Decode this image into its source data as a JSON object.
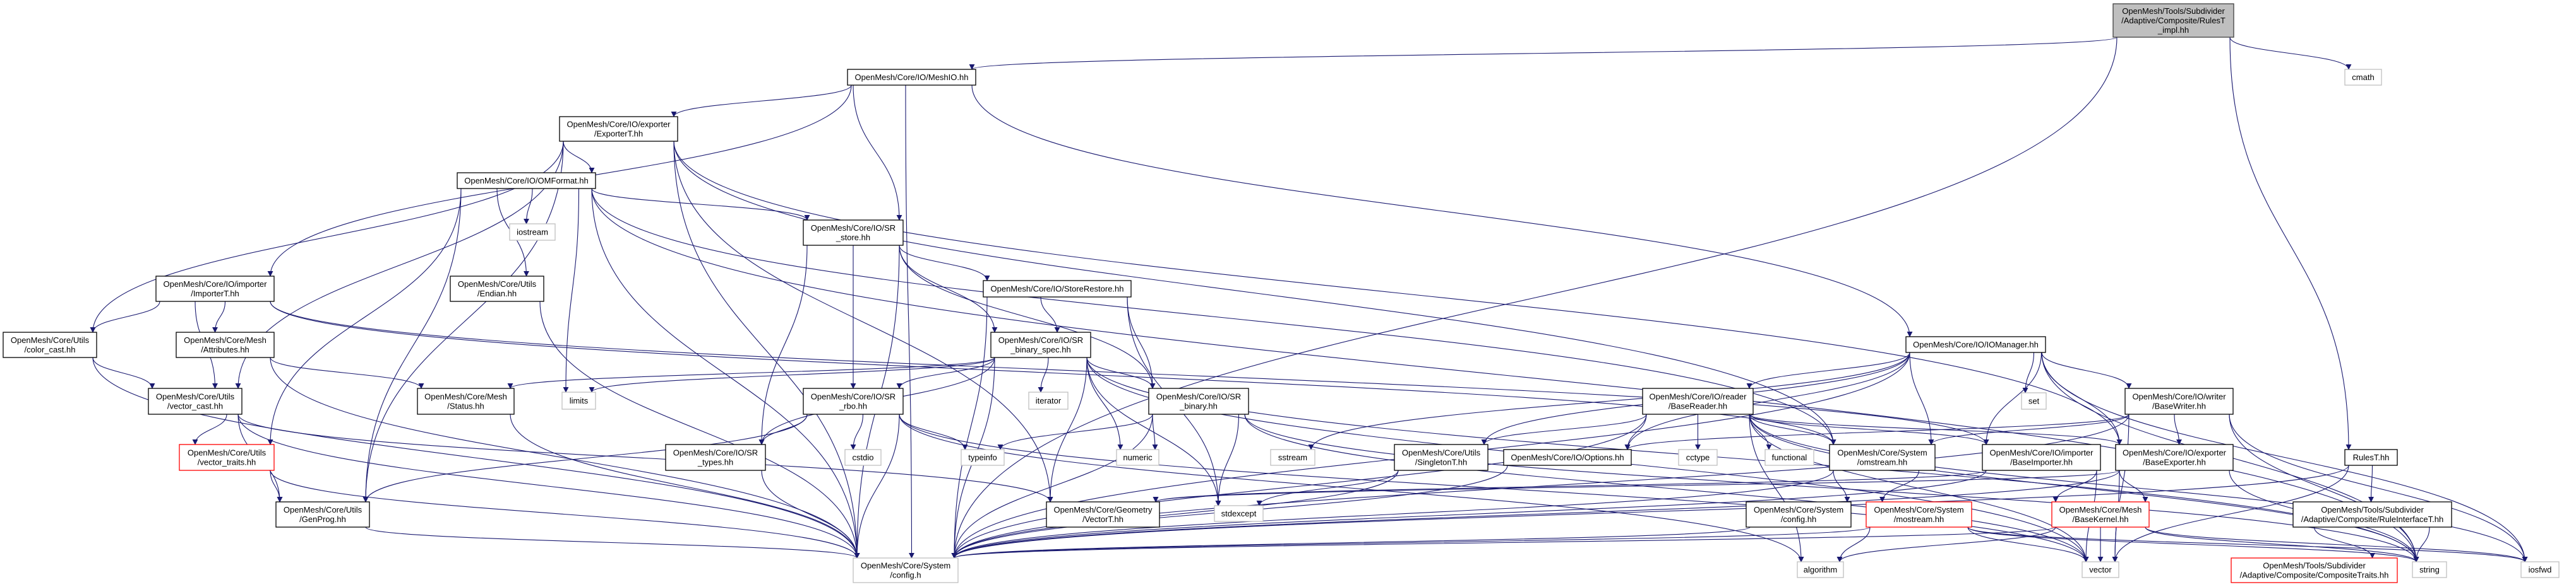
{
  "graph": {
    "edge_color": "#191970",
    "node_styles": {
      "root": {
        "fill": "#bfbfbf",
        "stroke": "#404040"
      },
      "documented": {
        "fill": "#ffffff",
        "stroke": "#000000"
      },
      "external": {
        "fill": "#ffffff",
        "stroke": "#bfbfbf"
      },
      "truncated": {
        "fill": "#ffffff",
        "stroke": "#ff0000"
      }
    },
    "nodes": [
      {
        "id": "root",
        "kind": "root",
        "label": [
          "OpenMesh/Tools/Subdivider",
          "/Adaptive/Composite/RulesT",
          "_impl.hh"
        ]
      },
      {
        "id": "cmath",
        "kind": "external",
        "label": [
          "cmath"
        ]
      },
      {
        "id": "meshio",
        "kind": "documented",
        "label": [
          "OpenMesh/Core/IO/MeshIO.hh"
        ]
      },
      {
        "id": "exporterT",
        "kind": "documented",
        "label": [
          "OpenMesh/Core/IO/exporter",
          "/ExporterT.hh"
        ]
      },
      {
        "id": "omformat",
        "kind": "documented",
        "label": [
          "OpenMesh/Core/IO/OMFormat.hh"
        ]
      },
      {
        "id": "iostream",
        "kind": "external",
        "label": [
          "iostream"
        ]
      },
      {
        "id": "importerT",
        "kind": "documented",
        "label": [
          "OpenMesh/Core/IO/importer",
          "/ImporterT.hh"
        ]
      },
      {
        "id": "endian",
        "kind": "documented",
        "label": [
          "OpenMesh/Core/Utils",
          "/Endian.hh"
        ]
      },
      {
        "id": "colorcast",
        "kind": "documented",
        "label": [
          "OpenMesh/Core/Utils",
          "/color_cast.hh"
        ]
      },
      {
        "id": "attributes",
        "kind": "documented",
        "label": [
          "OpenMesh/Core/Mesh",
          "/Attributes.hh"
        ]
      },
      {
        "id": "srstore",
        "kind": "documented",
        "label": [
          "OpenMesh/Core/IO/SR",
          "_store.hh"
        ]
      },
      {
        "id": "storerestore",
        "kind": "documented",
        "label": [
          "OpenMesh/Core/IO/StoreRestore.hh"
        ]
      },
      {
        "id": "binspec",
        "kind": "documented",
        "label": [
          "OpenMesh/Core/IO/SR",
          "_binary_spec.hh"
        ]
      },
      {
        "id": "iomanager",
        "kind": "documented",
        "label": [
          "OpenMesh/Core/IO/IOManager.hh"
        ]
      },
      {
        "id": "vectorcast",
        "kind": "documented",
        "label": [
          "OpenMesh/Core/Utils",
          "/vector_cast.hh"
        ]
      },
      {
        "id": "status",
        "kind": "documented",
        "label": [
          "OpenMesh/Core/Mesh",
          "/Status.hh"
        ]
      },
      {
        "id": "limits",
        "kind": "external",
        "label": [
          "limits"
        ]
      },
      {
        "id": "srrbo",
        "kind": "documented",
        "label": [
          "OpenMesh/Core/IO/SR",
          "_rbo.hh"
        ]
      },
      {
        "id": "srbinary",
        "kind": "documented",
        "label": [
          "OpenMesh/Core/IO/SR",
          "_binary.hh"
        ]
      },
      {
        "id": "iterator",
        "kind": "external",
        "label": [
          "iterator"
        ]
      },
      {
        "id": "set",
        "kind": "external",
        "label": [
          "set"
        ]
      },
      {
        "id": "basereader",
        "kind": "documented",
        "label": [
          "OpenMesh/Core/IO/reader",
          "/BaseReader.hh"
        ]
      },
      {
        "id": "basewriter",
        "kind": "documented",
        "label": [
          "OpenMesh/Core/IO/writer",
          "/BaseWriter.hh"
        ]
      },
      {
        "id": "vectortraits",
        "kind": "truncated",
        "label": [
          "OpenMesh/Core/Utils",
          "/vector_traits.hh"
        ]
      },
      {
        "id": "srtypes",
        "kind": "documented",
        "label": [
          "OpenMesh/Core/IO/SR",
          "_types.hh"
        ]
      },
      {
        "id": "cstdio",
        "kind": "external",
        "label": [
          "cstdio"
        ]
      },
      {
        "id": "typeinfo",
        "kind": "external",
        "label": [
          "typeinfo"
        ]
      },
      {
        "id": "numeric",
        "kind": "external",
        "label": [
          "numeric"
        ]
      },
      {
        "id": "sstream",
        "kind": "external",
        "label": [
          "sstream"
        ]
      },
      {
        "id": "singleton",
        "kind": "documented",
        "label": [
          "OpenMesh/Core/Utils",
          "/SingletonT.hh"
        ]
      },
      {
        "id": "options",
        "kind": "documented",
        "label": [
          "OpenMesh/Core/IO/Options.hh"
        ]
      },
      {
        "id": "cctype",
        "kind": "external",
        "label": [
          "cctype"
        ]
      },
      {
        "id": "functional",
        "kind": "external",
        "label": [
          "functional"
        ]
      },
      {
        "id": "omstream",
        "kind": "documented",
        "label": [
          "OpenMesh/Core/System",
          "/omstream.hh"
        ]
      },
      {
        "id": "baseimporter",
        "kind": "documented",
        "label": [
          "OpenMesh/Core/IO/importer",
          "/BaseImporter.hh"
        ]
      },
      {
        "id": "baseexporter",
        "kind": "documented",
        "label": [
          "OpenMesh/Core/IO/exporter",
          "/BaseExporter.hh"
        ]
      },
      {
        "id": "rulesT",
        "kind": "documented",
        "label": [
          "RulesT.hh"
        ]
      },
      {
        "id": "genprog",
        "kind": "documented",
        "label": [
          "OpenMesh/Core/Utils",
          "/GenProg.hh"
        ]
      },
      {
        "id": "vectorT",
        "kind": "documented",
        "label": [
          "OpenMesh/Core/Geometry",
          "/VectorT.hh"
        ]
      },
      {
        "id": "stdexcept",
        "kind": "external",
        "label": [
          "stdexcept"
        ]
      },
      {
        "id": "sysconfighh",
        "kind": "documented",
        "label": [
          "OpenMesh/Core/System",
          "/config.hh"
        ]
      },
      {
        "id": "mostream",
        "kind": "truncated",
        "label": [
          "OpenMesh/Core/System",
          "/mostream.hh"
        ]
      },
      {
        "id": "basekernel",
        "kind": "truncated",
        "label": [
          "OpenMesh/Core/Mesh",
          "/BaseKernel.hh"
        ]
      },
      {
        "id": "ruleiface",
        "kind": "documented",
        "label": [
          "OpenMesh/Tools/Subdivider",
          "/Adaptive/Composite/RuleInterfaceT.hh"
        ]
      },
      {
        "id": "config",
        "kind": "external",
        "label": [
          "OpenMesh/Core/System",
          "/config.h"
        ]
      },
      {
        "id": "algorithm",
        "kind": "external",
        "label": [
          "algorithm"
        ]
      },
      {
        "id": "vector",
        "kind": "external",
        "label": [
          "vector"
        ]
      },
      {
        "id": "composite",
        "kind": "truncated",
        "label": [
          "OpenMesh/Tools/Subdivider",
          "/Adaptive/Composite/CompositeTraits.hh"
        ]
      },
      {
        "id": "string",
        "kind": "external",
        "label": [
          "string"
        ]
      },
      {
        "id": "iosfwd",
        "kind": "external",
        "label": [
          "iosfwd"
        ]
      }
    ],
    "edges": [
      [
        "root",
        "meshio"
      ],
      [
        "root",
        "config"
      ],
      [
        "root",
        "cmath"
      ],
      [
        "root",
        "rulesT"
      ],
      [
        "meshio",
        "exporterT"
      ],
      [
        "meshio",
        "importerT"
      ],
      [
        "meshio",
        "srstore"
      ],
      [
        "meshio",
        "config"
      ],
      [
        "meshio",
        "iomanager"
      ],
      [
        "exporterT",
        "omformat"
      ],
      [
        "exporterT",
        "colorcast"
      ],
      [
        "exporterT",
        "vectorcast"
      ],
      [
        "exporterT",
        "genprog"
      ],
      [
        "exporterT",
        "config"
      ],
      [
        "exporterT",
        "vectorT"
      ],
      [
        "exporterT",
        "baseexporter"
      ],
      [
        "exporterT",
        "omstream"
      ],
      [
        "omformat",
        "iostream"
      ],
      [
        "omformat",
        "endian"
      ],
      [
        "omformat",
        "limits"
      ],
      [
        "omformat",
        "genprog"
      ],
      [
        "omformat",
        "vectortraits"
      ],
      [
        "omformat",
        "config"
      ],
      [
        "omformat",
        "srstore"
      ],
      [
        "omformat",
        "omstream"
      ],
      [
        "omformat",
        "string"
      ],
      [
        "importerT",
        "colorcast"
      ],
      [
        "importerT",
        "attributes"
      ],
      [
        "importerT",
        "vectorcast"
      ],
      [
        "importerT",
        "baseimporter"
      ],
      [
        "importerT",
        "omstream"
      ],
      [
        "endian",
        "config"
      ],
      [
        "colorcast",
        "vectorcast"
      ],
      [
        "colorcast",
        "config"
      ],
      [
        "attributes",
        "status"
      ],
      [
        "attributes",
        "config"
      ],
      [
        "vectorcast",
        "vectortraits"
      ],
      [
        "vectorcast",
        "genprog"
      ],
      [
        "vectorcast",
        "config"
      ],
      [
        "vectorcast",
        "vectorT"
      ],
      [
        "vectortraits",
        "genprog"
      ],
      [
        "vectortraits",
        "config"
      ],
      [
        "genprog",
        "config"
      ],
      [
        "status",
        "config"
      ],
      [
        "srstore",
        "srtypes"
      ],
      [
        "srstore",
        "srrbo"
      ],
      [
        "srstore",
        "binspec"
      ],
      [
        "srstore",
        "storerestore"
      ],
      [
        "srstore",
        "srbinary"
      ],
      [
        "srstore",
        "config"
      ],
      [
        "storerestore",
        "binspec"
      ],
      [
        "storerestore",
        "srbinary"
      ],
      [
        "storerestore",
        "config"
      ],
      [
        "storerestore",
        "stdexcept"
      ],
      [
        "binspec",
        "srrbo"
      ],
      [
        "binspec",
        "srtypes"
      ],
      [
        "binspec",
        "srbinary"
      ],
      [
        "binspec",
        "iterator"
      ],
      [
        "binspec",
        "numeric"
      ],
      [
        "binspec",
        "stdexcept"
      ],
      [
        "binspec",
        "vectorT"
      ],
      [
        "binspec",
        "config"
      ],
      [
        "binspec",
        "limits"
      ],
      [
        "binspec",
        "status"
      ],
      [
        "binspec",
        "string"
      ],
      [
        "binspec",
        "vector"
      ],
      [
        "srrbo",
        "srtypes"
      ],
      [
        "srrbo",
        "cstdio"
      ],
      [
        "srrbo",
        "typeinfo"
      ],
      [
        "srrbo",
        "config"
      ],
      [
        "srrbo",
        "genprog"
      ],
      [
        "srrbo",
        "algorithm"
      ],
      [
        "srrbo",
        "vector"
      ],
      [
        "srbinary",
        "typeinfo"
      ],
      [
        "srbinary",
        "numeric"
      ],
      [
        "srbinary",
        "stdexcept"
      ],
      [
        "srbinary",
        "config"
      ],
      [
        "srbinary",
        "vector"
      ],
      [
        "srbinary",
        "string"
      ],
      [
        "srtypes",
        "config"
      ],
      [
        "iomanager",
        "sstream"
      ],
      [
        "iomanager",
        "set"
      ],
      [
        "iomanager",
        "basereader"
      ],
      [
        "iomanager",
        "basewriter"
      ],
      [
        "iomanager",
        "baseimporter"
      ],
      [
        "iomanager",
        "baseexporter"
      ],
      [
        "iomanager",
        "options"
      ],
      [
        "iomanager",
        "singleton"
      ],
      [
        "iomanager",
        "omstream"
      ],
      [
        "iomanager",
        "string"
      ],
      [
        "iomanager",
        "iosfwd"
      ],
      [
        "iomanager",
        "config"
      ],
      [
        "basereader",
        "singleton"
      ],
      [
        "basereader",
        "options"
      ],
      [
        "basereader",
        "cctype"
      ],
      [
        "basereader",
        "functional"
      ],
      [
        "basereader",
        "omstream"
      ],
      [
        "basereader",
        "baseimporter"
      ],
      [
        "basereader",
        "baseexporter"
      ],
      [
        "basereader",
        "config"
      ],
      [
        "basereader",
        "algorithm"
      ],
      [
        "basereader",
        "string"
      ],
      [
        "basereader",
        "vector"
      ],
      [
        "basereader",
        "iosfwd"
      ],
      [
        "basewriter",
        "baseexporter"
      ],
      [
        "basewriter",
        "options"
      ],
      [
        "basewriter",
        "omstream"
      ],
      [
        "basewriter",
        "string"
      ],
      [
        "basewriter",
        "iosfwd"
      ],
      [
        "basewriter",
        "config"
      ],
      [
        "basewriter",
        "vector"
      ],
      [
        "singleton",
        "config"
      ],
      [
        "singleton",
        "stdexcept"
      ],
      [
        "options",
        "config"
      ],
      [
        "omstream",
        "sysconfighh"
      ],
      [
        "omstream",
        "mostream"
      ],
      [
        "omstream",
        "config"
      ],
      [
        "sysconfighh",
        "config"
      ],
      [
        "mostream",
        "config"
      ],
      [
        "mostream",
        "algorithm"
      ],
      [
        "mostream",
        "vector"
      ],
      [
        "mostream",
        "string"
      ],
      [
        "mostream",
        "iosfwd"
      ],
      [
        "baseimporter",
        "basekernel"
      ],
      [
        "baseimporter",
        "vector"
      ],
      [
        "baseimporter",
        "config"
      ],
      [
        "baseimporter",
        "vectorT"
      ],
      [
        "baseexporter",
        "basekernel"
      ],
      [
        "baseexporter",
        "vector"
      ],
      [
        "baseexporter",
        "config"
      ],
      [
        "baseexporter",
        "vectorT"
      ],
      [
        "baseexporter",
        "string"
      ],
      [
        "basekernel",
        "vector"
      ],
      [
        "basekernel",
        "string"
      ],
      [
        "basekernel",
        "iosfwd"
      ],
      [
        "basekernel",
        "config"
      ],
      [
        "basekernel",
        "algorithm"
      ],
      [
        "rulesT",
        "ruleiface"
      ],
      [
        "rulesT",
        "vector"
      ],
      [
        "rulesT",
        "config"
      ],
      [
        "ruleiface",
        "composite"
      ],
      [
        "ruleiface",
        "string"
      ]
    ]
  }
}
